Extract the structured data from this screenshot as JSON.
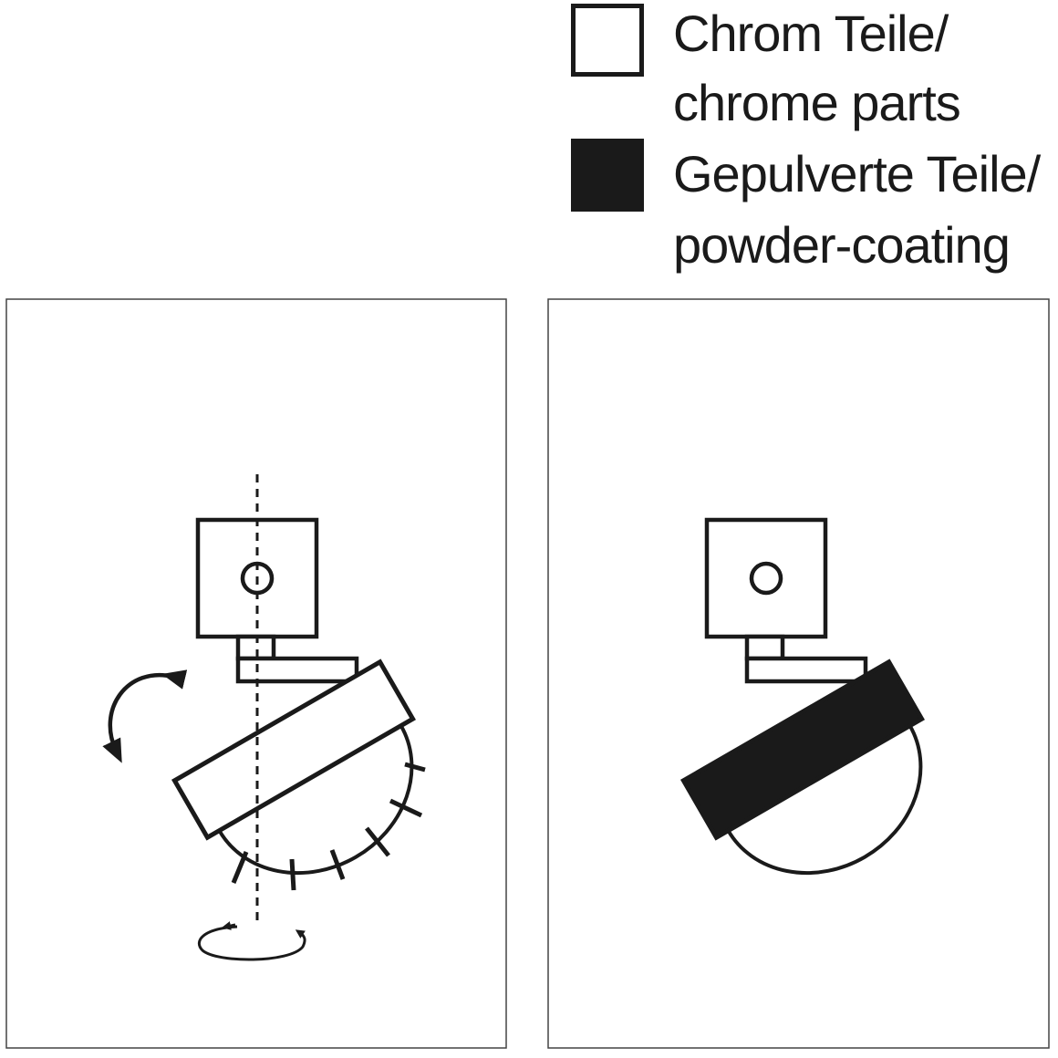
{
  "legend": {
    "chrome": {
      "line1": "Chrom Teile/",
      "line2": "chrome parts",
      "color": "#ffffff"
    },
    "powder": {
      "line1": "Gepulverte Teile/",
      "line2": "powder-coating",
      "color": "#1a1a1a"
    }
  },
  "icons": {
    "tilt": "double-curved-arrow-icon",
    "rotate": "circular-rotation-arrow-icon",
    "light": "light-rays"
  },
  "colors": {
    "stroke": "#1a1a1a",
    "panel_border": "#444444"
  }
}
